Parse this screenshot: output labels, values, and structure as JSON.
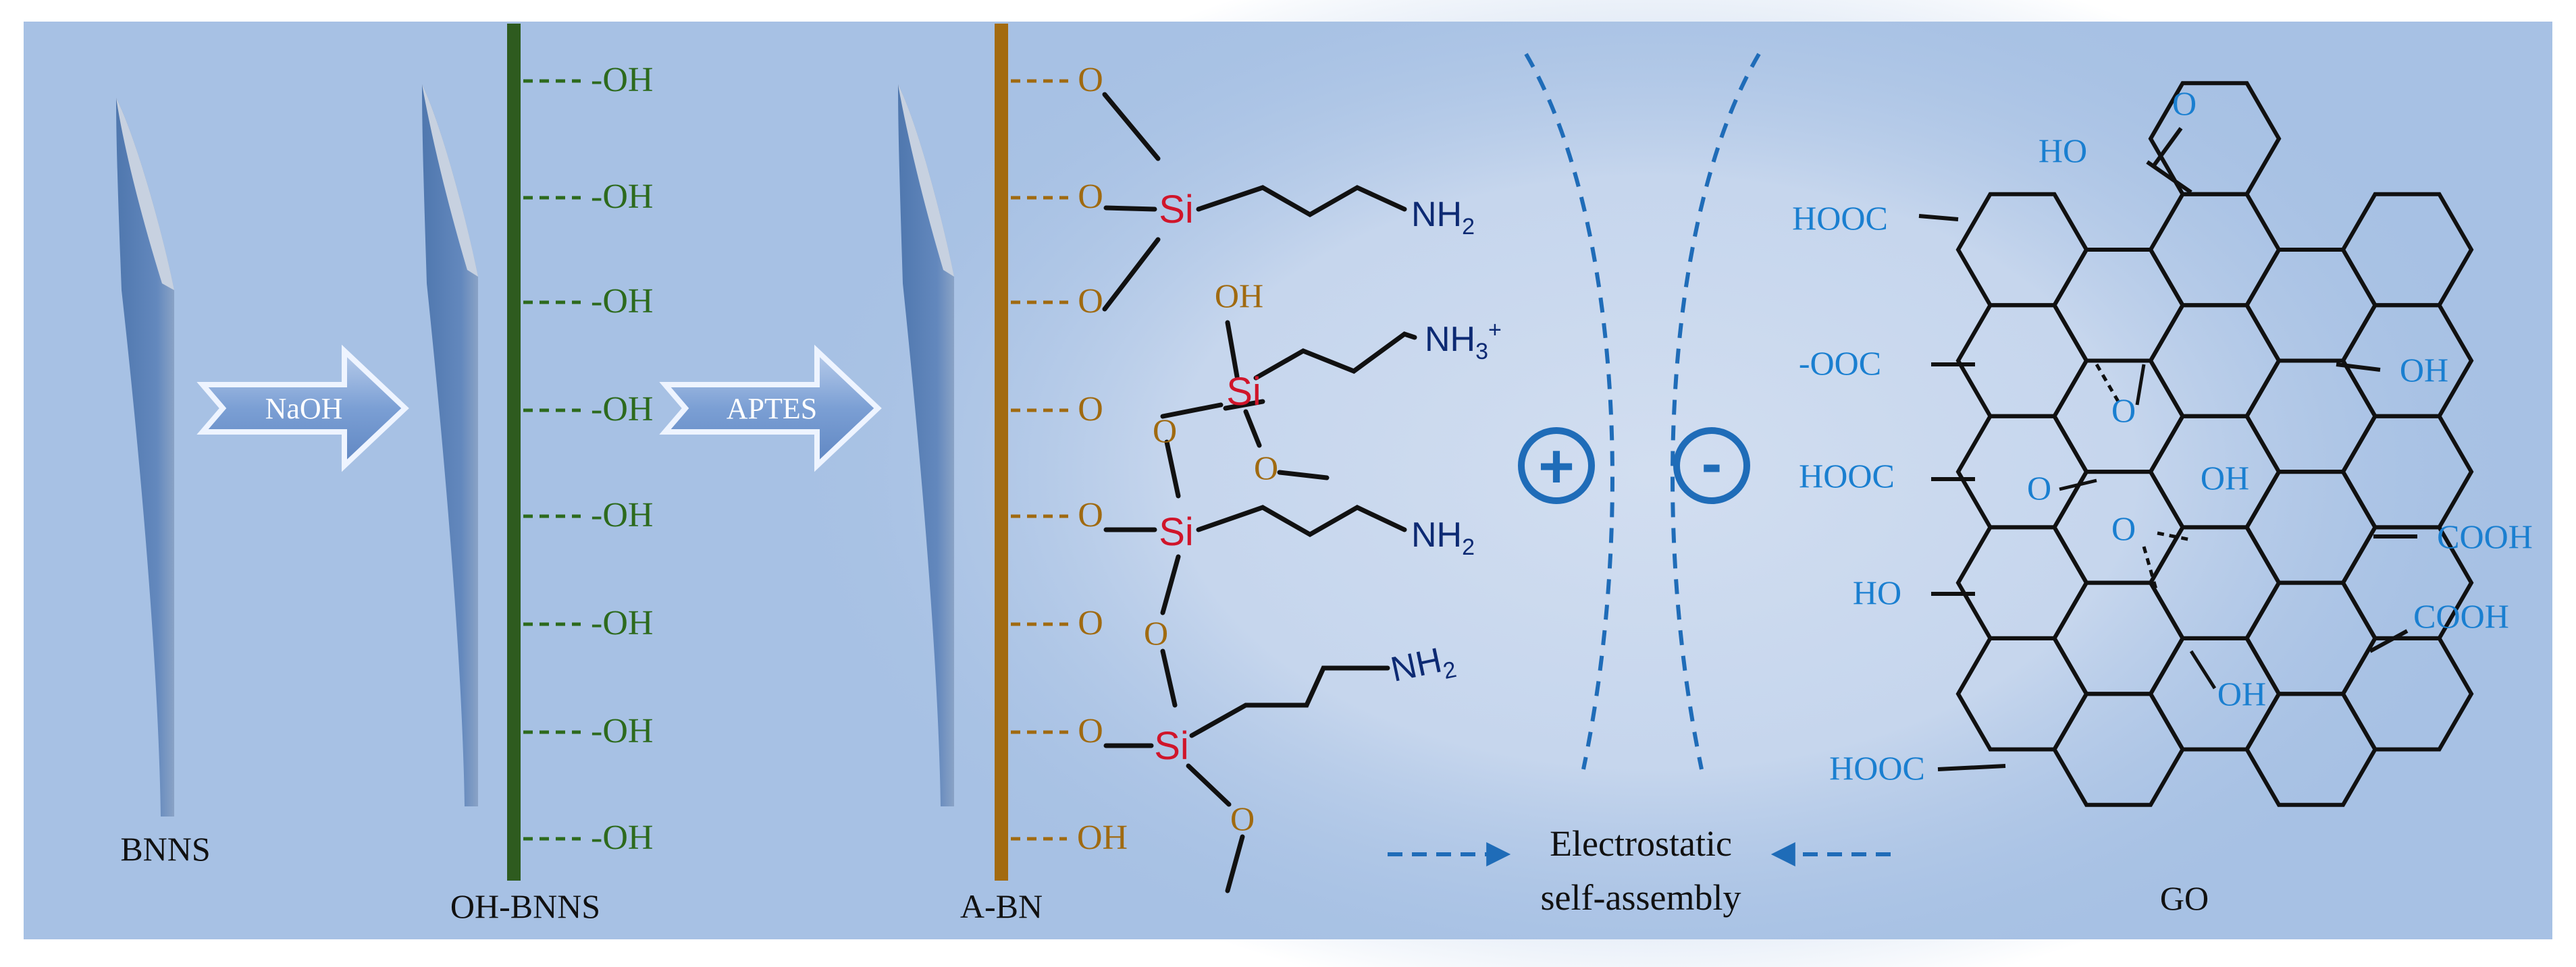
{
  "colors": {
    "panel_bg": "#a7c1e4",
    "panel_glow": "#d2def0",
    "sheet": "#5a82b8",
    "sheet_edge": "#a9b7cc",
    "hydroxyl_bar": "#2e5b1f",
    "hydroxyl_text": "#2d6a1d",
    "aptes_bar": "#a36b10",
    "aptes_text": "#a06a10",
    "silicon": "#d0152a",
    "amine": "#0d2a73",
    "bond": "#111111",
    "go_text": "#1a7fd0",
    "charge": "#1f6cb8"
  },
  "labels": {
    "bnns": "BNNS",
    "oh_bnns": "OH-BNNS",
    "a_bn": "A-BN",
    "go": "GO",
    "electrostatic_line1": "Electrostatic",
    "electrostatic_line2": "self-assembly"
  },
  "arrows": {
    "naoh": "NaOH",
    "aptes": "APTES"
  },
  "charges": {
    "positive": "+",
    "negative": "-"
  },
  "hydroxyl_groups": [
    "-OH",
    "-OH",
    "-OH",
    "-OH",
    "-OH",
    "-OH",
    "-OH",
    "-OH"
  ],
  "aptes_chem": {
    "oxygen": "O",
    "silicon": "Si",
    "nh2": "NH",
    "nh2_sub": "2",
    "nh3": "NH",
    "nh3_sub": "3",
    "nh3_sup": "+",
    "hydroxyl": "OH",
    "terminal_oh": "OH"
  },
  "go_groups": {
    "hooc": "HOOC",
    "cooh": "COOH",
    "cooh_minus": "-OOC",
    "ho": "HO",
    "oh": "OH",
    "o": "O"
  }
}
